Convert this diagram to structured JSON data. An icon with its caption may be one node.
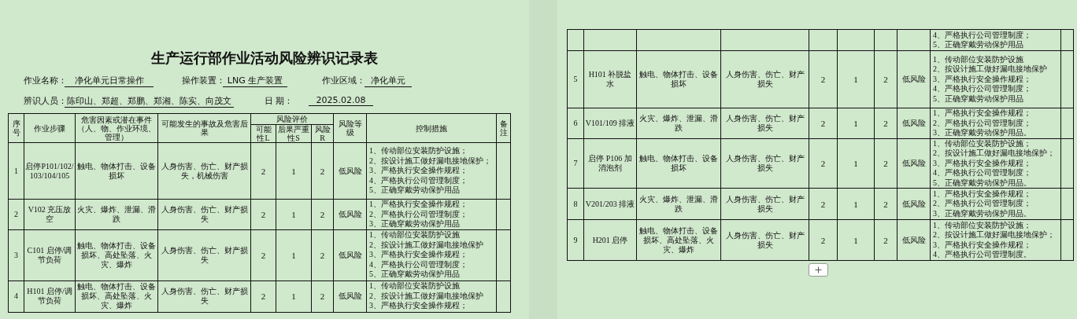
{
  "diagram": {
    "title": "生产运行部作业活动风险辨识记录表",
    "labels": [
      "作业名称：",
      "净化单元日常操作",
      "操作装置：",
      "LNG 生产装置",
      "作业区域：",
      "净化单元",
      "辨识人员：",
      "陈印山、郑超、郑鹏、郑湘、陈实、向茂文",
      "日 期：",
      "2025.02.08",
      "序号",
      "作业步骤",
      "危害因素或潜在事件（人、物、作业环境、管理）",
      "可能发生的事故及危害后果",
      "风险评价",
      "可能性L",
      "后果严重性S",
      "风险R",
      "风险等级",
      "控制措施",
      "备注",
      "1",
      "启停P101/102/103/104/105",
      "触电、物体打击、设备损坏",
      "人身伤害、伤亡、财产损失，机械伤害",
      "2",
      "1",
      "2",
      "低风险",
      "1、传动部位安装防护设施；",
      "2、按设计施工做好漏电接地保护；",
      "3、严格执行安全操作规程；",
      "4、严格执行公司管理制度；",
      "5、正确穿戴劳动保护用品",
      "2",
      "V102 充压放空",
      "火灾、爆炸、泄漏、滑跌",
      "人身伤害、伤亡、财产损失",
      "2",
      "1",
      "2",
      "低风险",
      "1、严格执行安全操作规程；",
      "2、严格执行公司管理制度；",
      "3、正确穿戴劳动保护用品",
      "3",
      "C101 启停/调节负荷",
      "触电、物体打击、设备损坏、高处坠落、火灾、爆炸",
      "人身伤害、伤亡、财产损失",
      "2",
      "1",
      "2",
      "低风险",
      "1、传动部位安装防护设施",
      "2、按设计施工做好漏电接地保护",
      "3、严格执行安全操作规程；",
      "4、严格执行公司管理制度；",
      "5、正确穿戴劳动保护用品",
      "4",
      "H101 启停/调节负荷",
      "触电、物体打击、设备损坏、高处坠落、火灾、爆炸",
      "人身伤害、伤亡、财产损失",
      "2",
      "1",
      "2",
      "低风险",
      "1、传动部位安装防护设施",
      "2、按设计施工做好漏电接地保护",
      "3、严格执行安全操作规程；",
      "4、严格执行公司管理制度；",
      "5、正确穿戴劳动保护用品",
      "5",
      "H101 补脱盐水",
      "触电、物体打击、设备损坏",
      "人身伤害、伤亡、财产损失",
      "2",
      "1",
      "2",
      "低风险",
      "1、传动部位安装防护设施",
      "2、按设计施工做好漏电接地保护",
      "3、严格执行安全操作规程；",
      "4、严格执行公司管理制度；",
      "5、正确穿戴劳动保护用品",
      "6",
      "V101/109 排液",
      "火灾、爆炸、泄漏、滑跌",
      "人身伤害、伤亡、财产损失",
      "2",
      "1",
      "2",
      "低风险",
      "1、严格执行安全操作规程；",
      "2、严格执行公司管理制度；",
      "3、正确穿戴劳动保护用品。",
      "7",
      "启停 P106 加消泡剂",
      "触电、物体打击、设备损坏",
      "人身伤害、伤亡、财产损失",
      "2",
      "1",
      "2",
      "低风险",
      "1、传动部位安装防护设施；",
      "2、按设计施工做好漏电接地保护；",
      "3、严格执行安全操作规程；",
      "4、严格执行公司管理制度；",
      "5、正确穿戴劳动保护用品。",
      "8",
      "V201/203 排液",
      "火灾、爆炸、泄漏、滑跌",
      "人身伤害、伤亡、财产损失",
      "2",
      "1",
      "2",
      "低风险",
      "1、严格执行安全操作规程；",
      "2、严格执行公司管理制度；",
      "3、正确穿戴劳动保护用品。",
      "9",
      "H201 启停",
      "触电、物体打击、设备损坏、高处坠落、火灾、爆炸",
      "人身伤害、伤亡、财产损失",
      "2",
      "1",
      "2",
      "低风险",
      "1、传动部位安装防护设施；",
      "2、按设计施工做好漏电接地保护；",
      "3、严格执行安全操作规程；",
      "4、严格执行公司管理制度。"
    ]
  }
}
